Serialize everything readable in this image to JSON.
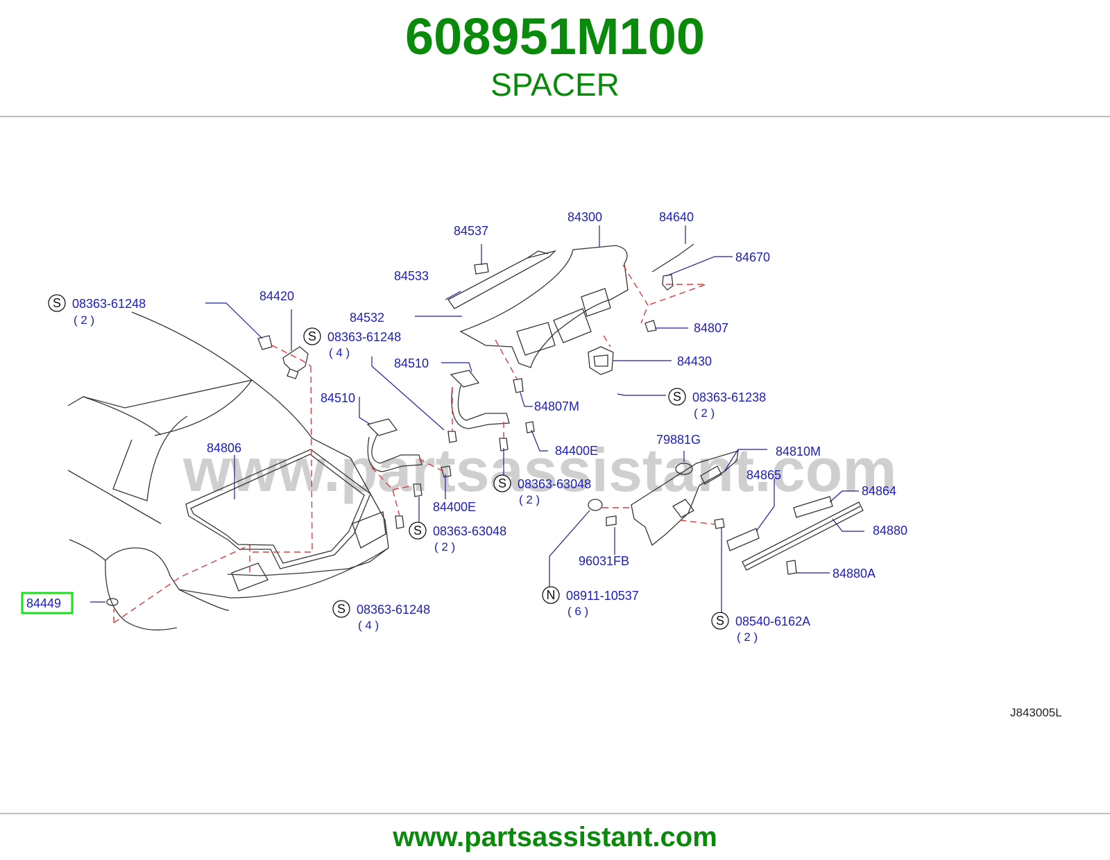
{
  "header": {
    "part_number": "608951M100",
    "part_name": "SPACER"
  },
  "footer": {
    "url": "www.partsassistant.com"
  },
  "watermark": {
    "text": "www.partsassistant.com"
  },
  "diagram_code": "J843005L",
  "highlighted_part": "84449",
  "colors": {
    "title": "#0a8a0a",
    "label": "#1c1cc4",
    "line": "#1c1c9c",
    "dash": "#e0383a",
    "highlight": "#19e019",
    "drawing": "#333333",
    "watermark": "#cfcfcf"
  },
  "labels": {
    "p84300": "84300",
    "p84640": "84640",
    "p84537": "84537",
    "p84670": "84670",
    "p84533": "84533",
    "p84532": "84532",
    "p84420": "84420",
    "p84807": "84807",
    "p84430": "84430",
    "p84510a": "84510",
    "p84510b": "84510",
    "p84807m": "84807M",
    "p84400e_a": "84400E",
    "p84400e_b": "84400E",
    "p84806": "84806",
    "p79881g": "79881G",
    "p84810m": "84810M",
    "p84865": "84865",
    "p84864": "84864",
    "p84880": "84880",
    "p84880a": "84880A",
    "p96031fb": "96031FB",
    "p84449": "84449"
  },
  "callouts": {
    "c1": {
      "prefix": "S",
      "number": "08363-61248",
      "qty": "( 2 )"
    },
    "c2": {
      "prefix": "S",
      "number": "08363-61248",
      "qty": "( 4 )"
    },
    "c3": {
      "prefix": "S",
      "number": "08363-61238",
      "qty": "( 2 )"
    },
    "c4": {
      "prefix": "S",
      "number": "08363-63048",
      "qty": "( 2 )"
    },
    "c5": {
      "prefix": "S",
      "number": "08363-63048",
      "qty": "( 2 )"
    },
    "c6": {
      "prefix": "S",
      "number": "08363-61248",
      "qty": "( 4 )"
    },
    "c7": {
      "prefix": "N",
      "number": "08911-10537",
      "qty": "( 6 )"
    },
    "c8": {
      "prefix": "S",
      "number": "08540-6162A",
      "qty": "( 2 )"
    }
  }
}
